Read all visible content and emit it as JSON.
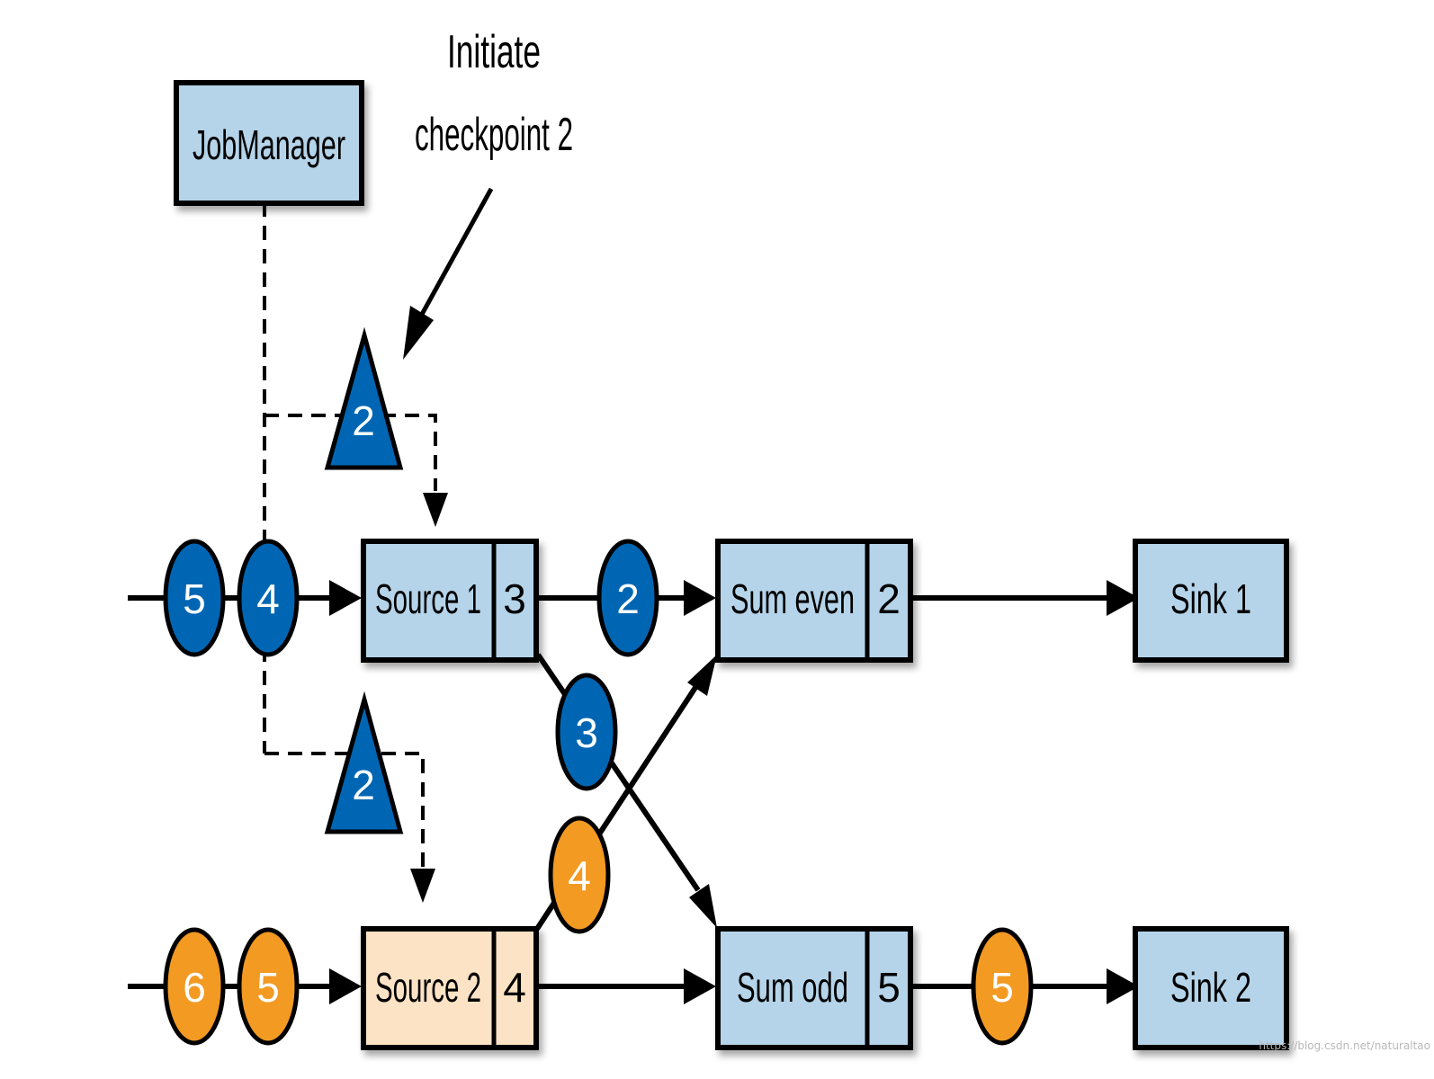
{
  "annotation": {
    "line1": "Initiate",
    "line2": "checkpoint 2"
  },
  "operators": {
    "job_manager": "JobManager",
    "source1": {
      "label": "Source 1",
      "state": "3"
    },
    "source2": {
      "label": "Source 2",
      "state": "4"
    },
    "sum_even": {
      "label": "Sum even",
      "state": "2"
    },
    "sum_odd": {
      "label": "Sum odd",
      "state": "5"
    },
    "sink1": "Sink 1",
    "sink2": "Sink 2"
  },
  "barriers": [
    {
      "label": "2"
    },
    {
      "label": "2"
    }
  ],
  "records": {
    "source1_input": [
      "5",
      "4"
    ],
    "source2_input": [
      "6",
      "5"
    ],
    "source1_to_sum_even": "2",
    "source1_to_sum_odd": "3",
    "source2_to_sum_even": "4",
    "sum_odd_to_sink2": "5"
  },
  "watermark": "https://blog.csdn.net/naturaltao",
  "colors": {
    "operator_fill": "#b5d4ea",
    "source2_fill": "#fde3c5",
    "record_blue": "#0066b3",
    "record_orange": "#f39a22",
    "stroke": "#000000"
  }
}
